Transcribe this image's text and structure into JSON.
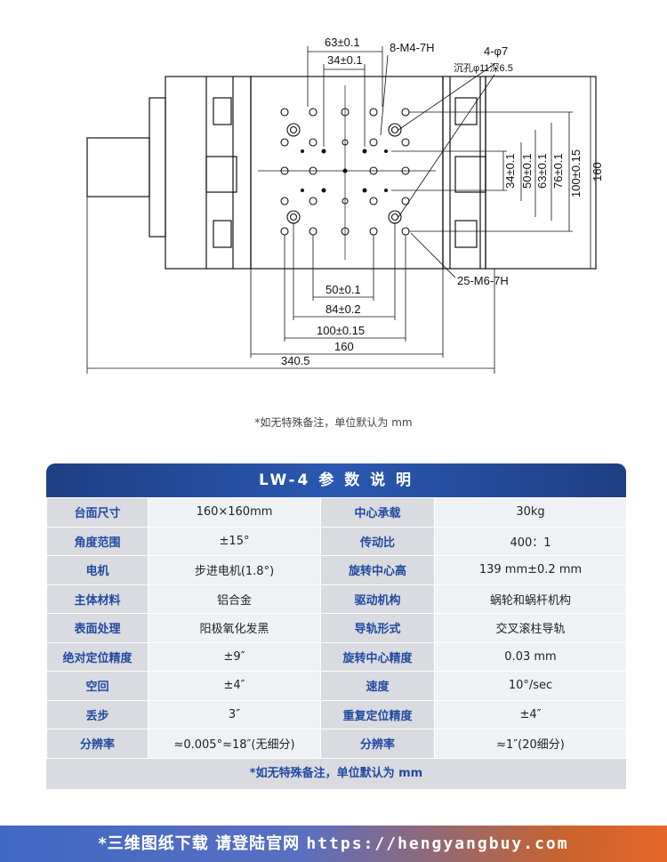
{
  "drawing": {
    "dims_top": [
      "63±0.1",
      "34±0.1"
    ],
    "callout_m4": "8-M4-7H",
    "callout_phi7": "4-φ7",
    "callout_counterbore": "沉孔φ11深6.5",
    "dims_right": [
      "34±0.1",
      "50±0.1",
      "63±0.1",
      "76±0.1",
      "100±0.15",
      "160"
    ],
    "callout_m6": "25-M6-7H",
    "dims_bottom": [
      "50±0.1",
      "84±0.2",
      "100±0.15",
      "160",
      "340.5"
    ]
  },
  "note": "*如无特殊备注，单位默认为 mm",
  "table": {
    "title": "LW-4 参 数 说 明",
    "rows": [
      {
        "l1": "台面尺寸",
        "v1": "160×160mm",
        "l2": "中心承载",
        "v2": "30kg"
      },
      {
        "l1": "角度范围",
        "v1": "±15°",
        "l2": "传动比",
        "v2": "400：1"
      },
      {
        "l1": "电机",
        "v1": "步进电机(1.8°)",
        "l2": "旋转中心高",
        "v2": "139 mm±0.2 mm"
      },
      {
        "l1": "主体材料",
        "v1": "铝合金",
        "l2": "驱动机构",
        "v2": "蜗轮和蜗杆机构"
      },
      {
        "l1": "表面处理",
        "v1": "阳极氧化发黑",
        "l2": "导轨形式",
        "v2": "交叉滚柱导轨"
      },
      {
        "l1": "绝对定位精度",
        "v1": "±9″",
        "l2": "旋转中心精度",
        "v2": "0.03 mm"
      },
      {
        "l1": "空回",
        "v1": "±4″",
        "l2": "速度",
        "v2": "10°/sec"
      },
      {
        "l1": "丢步",
        "v1": "3″",
        "l2": "重复定位精度",
        "v2": "±4″"
      },
      {
        "l1": "分辨率",
        "v1": "≈0.005°≈18″(无细分)",
        "l2": "分辨率",
        "v2": "≈1″(20细分)"
      }
    ],
    "note": "*如无特殊备注，单位默认为 mm"
  },
  "footer": {
    "text": "*三维图纸下载 请登陆官网 ",
    "url": "https://hengyangbuy.com"
  }
}
